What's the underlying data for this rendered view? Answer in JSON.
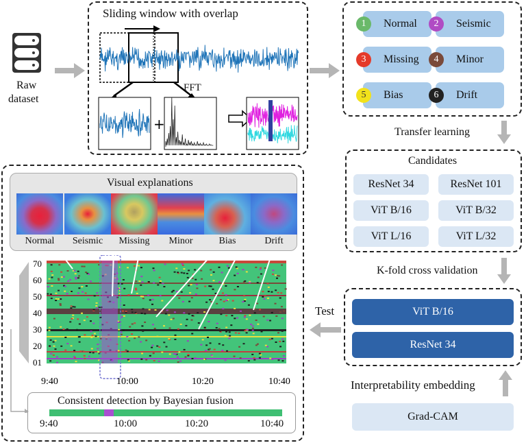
{
  "left_top": {
    "raw_label_line1": "Raw",
    "raw_label_line2": "dataset"
  },
  "window_panel": {
    "title": "Sliding window with overlap",
    "fft_label": "FFT",
    "plus": "+"
  },
  "classes": [
    {
      "num": "1",
      "label": "Normal",
      "color": "#6ab96a"
    },
    {
      "num": "2",
      "label": "Seismic",
      "color": "#b04cc4"
    },
    {
      "num": "3",
      "label": "Missing",
      "color": "#e53a2a"
    },
    {
      "num": "4",
      "label": "Minor",
      "color": "#7a4a3a"
    },
    {
      "num": "5",
      "label": "Bias",
      "color": "#f2e21b"
    },
    {
      "num": "6",
      "label": "Drift",
      "color": "#222222"
    }
  ],
  "transfer_label": "Transfer learning",
  "candidates": {
    "title": "Candidates",
    "items": [
      "ResNet 34",
      "ResNet 101",
      "ViT B/16",
      "ViT B/32",
      "ViT L/16",
      "ViT L/32"
    ]
  },
  "kfold_label": "K-fold cross validation",
  "selected_models": [
    "ViT B/16",
    "ResNet 34"
  ],
  "test_label": "Test",
  "interpretability_label": "Interpretability embedding",
  "gradcam_label": "Grad-CAM",
  "visual": {
    "title": "Visual explanations",
    "labels": [
      "Normal",
      "Seismic",
      "Missing",
      "Minor",
      "Bias",
      "Drift"
    ]
  },
  "heatmap_axis": {
    "y_ticks": [
      "70",
      "60",
      "50",
      "40",
      "30",
      "20",
      "01"
    ],
    "x_ticks": [
      "9:40",
      "10:00",
      "10:20",
      "10:40"
    ]
  },
  "fusion": {
    "title": "Consistent detection by Bayesian fusion",
    "x_ticks": [
      "9:40",
      "10:00",
      "10:20",
      "10:40"
    ]
  }
}
